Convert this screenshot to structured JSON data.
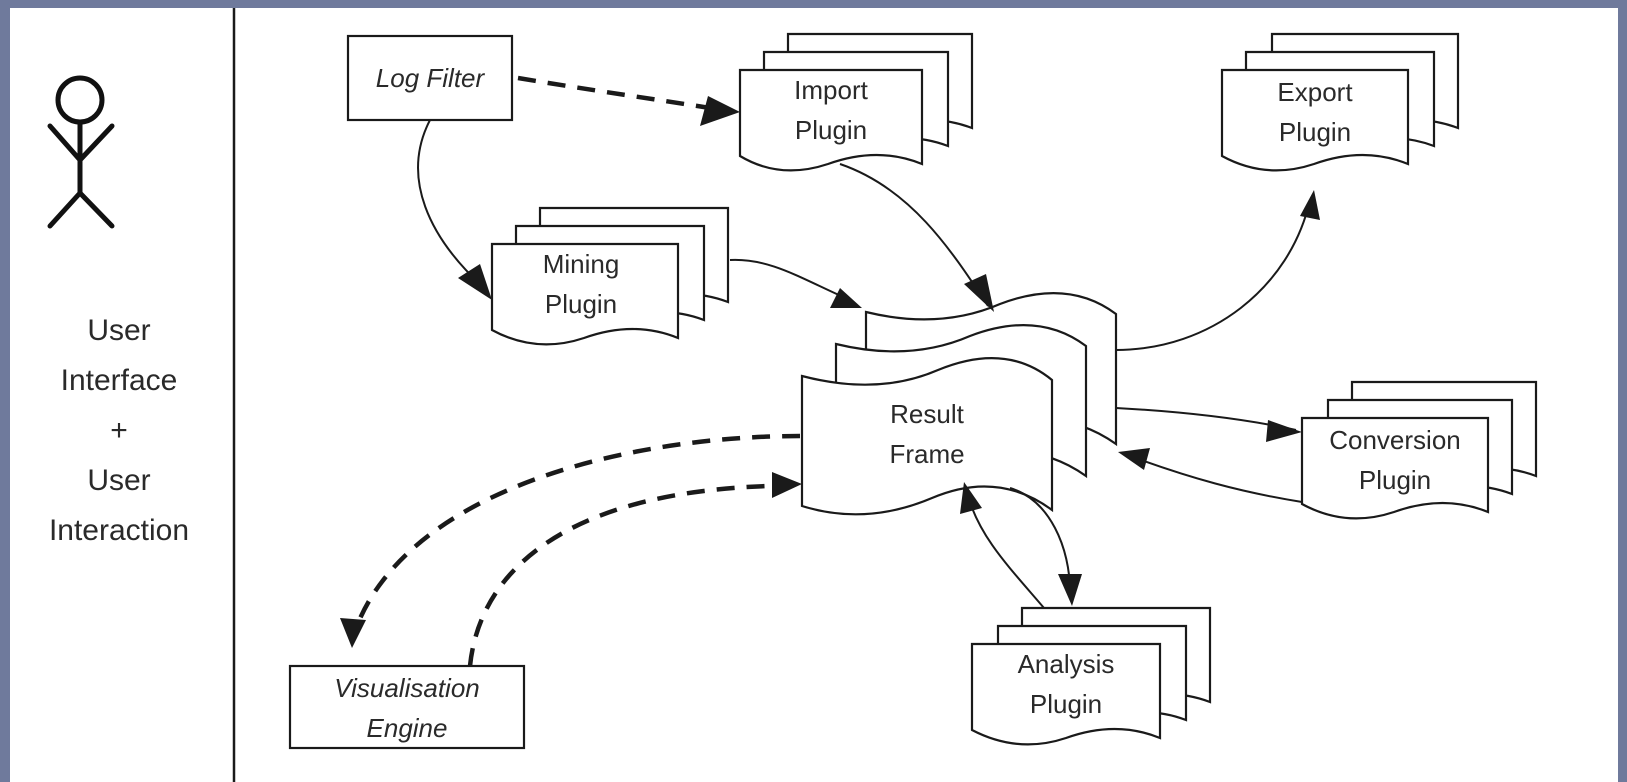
{
  "user_panel": {
    "lines": [
      "User",
      "Interface",
      "+",
      "User",
      "Interaction"
    ]
  },
  "components": {
    "log_filter": "Log Filter",
    "import_plugin": [
      "Import",
      "Plugin"
    ],
    "export_plugin": [
      "Export",
      "Plugin"
    ],
    "mining_plugin": [
      "Mining",
      "Plugin"
    ],
    "result_frame": [
      "Result",
      "Frame"
    ],
    "conversion_plugin": [
      "Conversion",
      "Plugin"
    ],
    "analysis_plugin": [
      "Analysis",
      "Plugin"
    ],
    "visualisation_engine": [
      "Visualisation",
      "Engine"
    ]
  }
}
